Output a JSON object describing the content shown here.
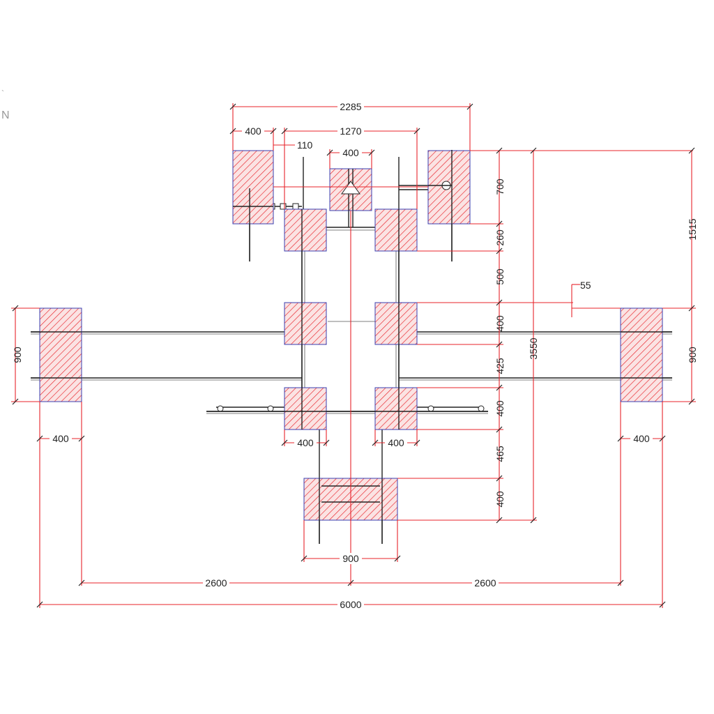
{
  "colors": {
    "dimension": "#e8232a",
    "footing_outline": "#3a3fb0",
    "hatch": "#e8232a",
    "structure": "#222222"
  },
  "dimensions": {
    "top_total": "2285",
    "top_left_block": "400",
    "top_span": "1270",
    "top_offset": "110",
    "top_center_block": "400",
    "right_top_block": "700",
    "right_gap_1": "260",
    "right_gap_2": "500",
    "right_block_2": "400",
    "right_gap_3": "425",
    "right_block_3": "400",
    "right_gap_4": "465",
    "right_bottom_block": "400",
    "overall_height": "3550",
    "right_offset_total": "1515",
    "right_small_offset": "55",
    "left_pad_height": "900",
    "right_pad_height": "900",
    "left_pad_width": "400",
    "right_pad_width": "400",
    "center_block_left_width": "400",
    "center_block_right_width": "400",
    "bottom_block_width": "900",
    "left_half": "2600",
    "right_half": "2600",
    "overall_width": "6000"
  }
}
